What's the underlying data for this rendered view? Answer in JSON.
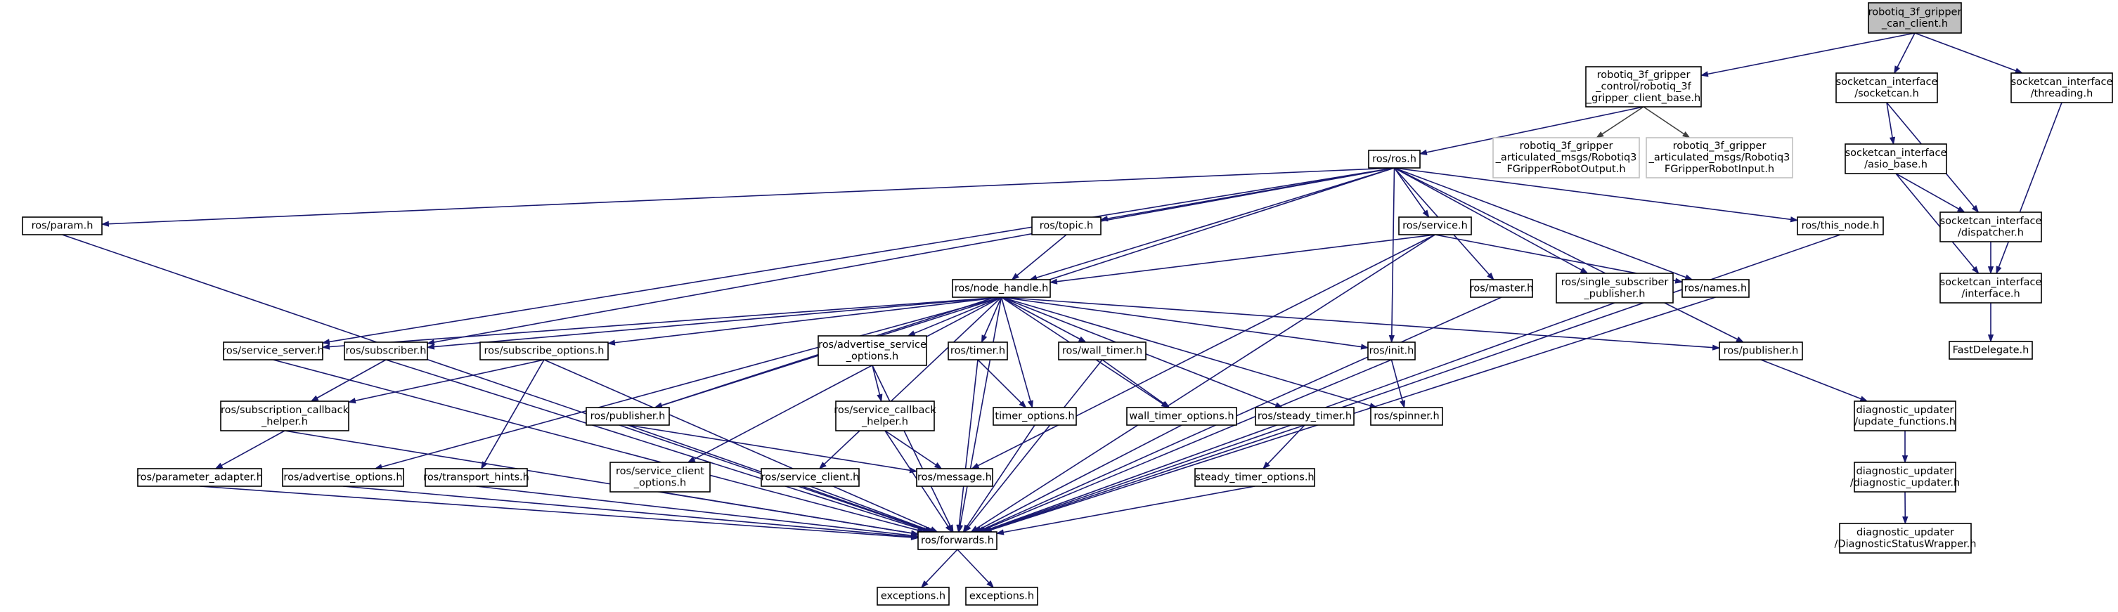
{
  "graph": {
    "nodes": [
      {
        "id": "root",
        "lines": [
          "robotiq_3f_gripper",
          "_can_client.h"
        ]
      },
      {
        "id": "client_base",
        "lines": [
          "robotiq_3f_gripper",
          "_control/robotiq_3f",
          "_gripper_client_base.h"
        ]
      },
      {
        "id": "socketcan_h",
        "lines": [
          "socketcan_interface",
          "/socketcan.h"
        ]
      },
      {
        "id": "threading_h",
        "lines": [
          "socketcan_interface",
          "/threading.h"
        ]
      },
      {
        "id": "ros_h",
        "lines": [
          "ros/ros.h"
        ]
      },
      {
        "id": "robot_output",
        "lines": [
          "robotiq_3f_gripper",
          "_articulated_msgs/Robotiq3",
          "FGripperRobotOutput.h"
        ]
      },
      {
        "id": "robot_input",
        "lines": [
          "robotiq_3f_gripper",
          "_articulated_msgs/Robotiq3",
          "FGripperRobotInput.h"
        ]
      },
      {
        "id": "asio_base",
        "lines": [
          "socketcan_interface",
          "/asio_base.h"
        ]
      },
      {
        "id": "dispatcher",
        "lines": [
          "socketcan_interface",
          "/dispatcher.h"
        ]
      },
      {
        "id": "interface_h",
        "lines": [
          "socketcan_interface",
          "/interface.h"
        ]
      },
      {
        "id": "fastdelegate",
        "lines": [
          "FastDelegate.h"
        ]
      },
      {
        "id": "param",
        "lines": [
          "ros/param.h"
        ]
      },
      {
        "id": "topic",
        "lines": [
          "ros/topic.h"
        ]
      },
      {
        "id": "service",
        "lines": [
          "ros/service.h"
        ]
      },
      {
        "id": "this_node",
        "lines": [
          "ros/this_node.h"
        ]
      },
      {
        "id": "node_handle",
        "lines": [
          "ros/node_handle.h"
        ]
      },
      {
        "id": "master",
        "lines": [
          "ros/master.h"
        ]
      },
      {
        "id": "single_sub_pub",
        "lines": [
          "ros/single_subscriber",
          "_publisher.h"
        ]
      },
      {
        "id": "names",
        "lines": [
          "ros/names.h"
        ]
      },
      {
        "id": "service_server",
        "lines": [
          "ros/service_server.h"
        ]
      },
      {
        "id": "subscriber",
        "lines": [
          "ros/subscriber.h"
        ]
      },
      {
        "id": "subscribe_options",
        "lines": [
          "ros/subscribe_options.h"
        ]
      },
      {
        "id": "advertise_service_options",
        "lines": [
          "ros/advertise_service",
          "_options.h"
        ]
      },
      {
        "id": "timer",
        "lines": [
          "ros/timer.h"
        ]
      },
      {
        "id": "wall_timer",
        "lines": [
          "ros/wall_timer.h"
        ]
      },
      {
        "id": "init",
        "lines": [
          "ros/init.h"
        ]
      },
      {
        "id": "publisher_r",
        "lines": [
          "ros/publisher.h"
        ]
      },
      {
        "id": "update_functions",
        "lines": [
          "diagnostic_updater",
          "/update_functions.h"
        ]
      },
      {
        "id": "sub_cb_helper",
        "lines": [
          "ros/subscription_callback",
          "_helper.h"
        ]
      },
      {
        "id": "service_cb_helper",
        "lines": [
          "ros/service_callback",
          "_helper.h"
        ]
      },
      {
        "id": "publisher_l",
        "lines": [
          "ros/publisher.h"
        ]
      },
      {
        "id": "timer_options",
        "lines": [
          "timer_options.h"
        ]
      },
      {
        "id": "wall_timer_options",
        "lines": [
          "wall_timer_options.h"
        ]
      },
      {
        "id": "steady_timer",
        "lines": [
          "ros/steady_timer.h"
        ]
      },
      {
        "id": "spinner",
        "lines": [
          "ros/spinner.h"
        ]
      },
      {
        "id": "diag_updater",
        "lines": [
          "diagnostic_updater",
          "/diagnostic_updater.h"
        ]
      },
      {
        "id": "parameter_adapter",
        "lines": [
          "ros/parameter_adapter.h"
        ]
      },
      {
        "id": "advertise_options",
        "lines": [
          "ros/advertise_options.h"
        ]
      },
      {
        "id": "transport_hints",
        "lines": [
          "ros/transport_hints.h"
        ]
      },
      {
        "id": "service_client_options",
        "lines": [
          "ros/service_client",
          "_options.h"
        ]
      },
      {
        "id": "service_client",
        "lines": [
          "ros/service_client.h"
        ]
      },
      {
        "id": "message",
        "lines": [
          "ros/message.h"
        ]
      },
      {
        "id": "steady_timer_options",
        "lines": [
          "steady_timer_options.h"
        ]
      },
      {
        "id": "diag_status_wrapper",
        "lines": [
          "diagnostic_updater",
          "/DiagnosticStatusWrapper.h"
        ]
      },
      {
        "id": "forwards",
        "lines": [
          "ros/forwards.h"
        ]
      },
      {
        "id": "exceptions_1",
        "lines": [
          "exceptions.h"
        ]
      },
      {
        "id": "exceptions_2",
        "lines": [
          "exceptions.h"
        ]
      }
    ],
    "edges": [
      [
        "root",
        "client_base"
      ],
      [
        "root",
        "socketcan_h"
      ],
      [
        "root",
        "threading_h"
      ],
      [
        "client_base",
        "ros_h"
      ],
      [
        "client_base",
        "robot_output"
      ],
      [
        "client_base",
        "robot_input"
      ],
      [
        "socketcan_h",
        "asio_base"
      ],
      [
        "socketcan_h",
        "dispatcher"
      ],
      [
        "threading_h",
        "interface_h"
      ],
      [
        "asio_base",
        "dispatcher"
      ],
      [
        "asio_base",
        "interface_h"
      ],
      [
        "dispatcher",
        "interface_h"
      ],
      [
        "interface_h",
        "fastdelegate"
      ],
      [
        "ros_h",
        "param"
      ],
      [
        "ros_h",
        "topic"
      ],
      [
        "ros_h",
        "service"
      ],
      [
        "ros_h",
        "this_node"
      ],
      [
        "ros_h",
        "node_handle"
      ],
      [
        "ros_h",
        "master"
      ],
      [
        "ros_h",
        "single_sub_pub"
      ],
      [
        "ros_h",
        "names"
      ],
      [
        "ros_h",
        "service_server"
      ],
      [
        "ros_h",
        "subscriber"
      ],
      [
        "ros_h",
        "init"
      ],
      [
        "ros_h",
        "publisher_r"
      ],
      [
        "ros_h",
        "publisher_l"
      ],
      [
        "param",
        "forwards"
      ],
      [
        "topic",
        "node_handle"
      ],
      [
        "service",
        "node_handle"
      ],
      [
        "service",
        "names"
      ],
      [
        "service",
        "message"
      ],
      [
        "service",
        "forwards"
      ],
      [
        "this_node",
        "forwards"
      ],
      [
        "master",
        "forwards"
      ],
      [
        "single_sub_pub",
        "forwards"
      ],
      [
        "names",
        "forwards"
      ],
      [
        "node_handle",
        "service_server"
      ],
      [
        "node_handle",
        "subscriber"
      ],
      [
        "node_handle",
        "subscribe_options"
      ],
      [
        "node_handle",
        "advertise_service_options"
      ],
      [
        "node_handle",
        "timer"
      ],
      [
        "node_handle",
        "wall_timer"
      ],
      [
        "node_handle",
        "init"
      ],
      [
        "node_handle",
        "publisher_r"
      ],
      [
        "node_handle",
        "publisher_l"
      ],
      [
        "node_handle",
        "timer_options"
      ],
      [
        "node_handle",
        "wall_timer_options"
      ],
      [
        "node_handle",
        "steady_timer"
      ],
      [
        "node_handle",
        "spinner"
      ],
      [
        "node_handle",
        "advertise_options"
      ],
      [
        "node_handle",
        "service_client_options"
      ],
      [
        "node_handle",
        "service_client"
      ],
      [
        "node_handle",
        "forwards"
      ],
      [
        "service_server",
        "forwards"
      ],
      [
        "subscriber",
        "sub_cb_helper"
      ],
      [
        "subscriber",
        "forwards"
      ],
      [
        "subscribe_options",
        "sub_cb_helper"
      ],
      [
        "subscribe_options",
        "transport_hints"
      ],
      [
        "subscribe_options",
        "forwards"
      ],
      [
        "advertise_service_options",
        "service_cb_helper"
      ],
      [
        "advertise_service_options",
        "forwards"
      ],
      [
        "timer",
        "timer_options"
      ],
      [
        "timer",
        "forwards"
      ],
      [
        "wall_timer",
        "wall_timer_options"
      ],
      [
        "wall_timer",
        "forwards"
      ],
      [
        "init",
        "spinner"
      ],
      [
        "init",
        "forwards"
      ],
      [
        "publisher_r",
        "update_functions"
      ],
      [
        "update_functions",
        "diag_updater"
      ],
      [
        "diag_updater",
        "diag_status_wrapper"
      ],
      [
        "sub_cb_helper",
        "parameter_adapter"
      ],
      [
        "sub_cb_helper",
        "forwards"
      ],
      [
        "service_cb_helper",
        "message"
      ],
      [
        "service_cb_helper",
        "forwards"
      ],
      [
        "publisher_l",
        "message"
      ],
      [
        "publisher_l",
        "forwards"
      ],
      [
        "timer_options",
        "forwards"
      ],
      [
        "wall_timer_options",
        "forwards"
      ],
      [
        "steady_timer",
        "steady_timer_options"
      ],
      [
        "steady_timer",
        "forwards"
      ],
      [
        "parameter_adapter",
        "forwards"
      ],
      [
        "advertise_options",
        "forwards"
      ],
      [
        "transport_hints",
        "forwards"
      ],
      [
        "service_client_options",
        "forwards"
      ],
      [
        "service_client",
        "forwards"
      ],
      [
        "steady_timer_options",
        "forwards"
      ],
      [
        "forwards",
        "exceptions_1"
      ],
      [
        "forwards",
        "exceptions_2"
      ]
    ]
  }
}
